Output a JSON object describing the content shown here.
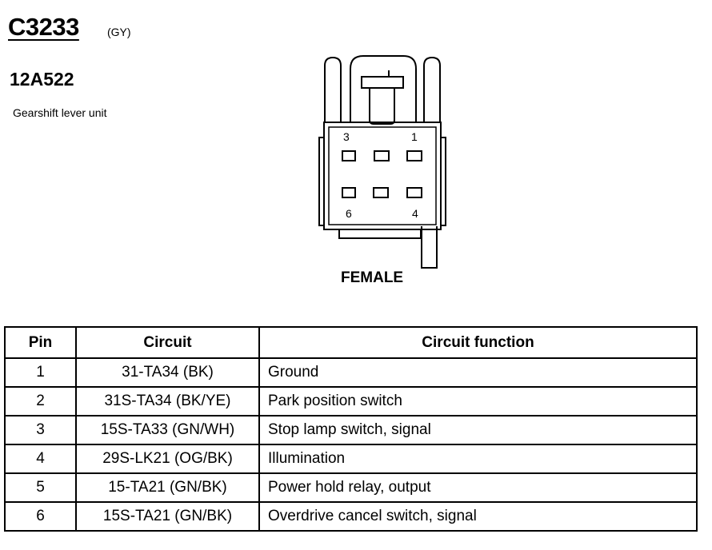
{
  "header": {
    "connector_id": "C3233",
    "connector_color": "(GY)",
    "part_number": "12A522",
    "component_name": "Gearshift lever unit"
  },
  "connector": {
    "pin_labels": [
      "3",
      "1",
      "6",
      "4"
    ],
    "gender": "FEMALE"
  },
  "table": {
    "headers": [
      "Pin",
      "Circuit",
      "Circuit function"
    ],
    "rows": [
      {
        "pin": "1",
        "circuit": "31-TA34 (BK)",
        "function": "Ground"
      },
      {
        "pin": "2",
        "circuit": "31S-TA34 (BK/YE)",
        "function": "Park position switch"
      },
      {
        "pin": "3",
        "circuit": "15S-TA33 (GN/WH)",
        "function": "Stop lamp switch, signal"
      },
      {
        "pin": "4",
        "circuit": "29S-LK21 (OG/BK)",
        "function": "Illumination"
      },
      {
        "pin": "5",
        "circuit": "15-TA21 (GN/BK)",
        "function": "Power hold relay, output"
      },
      {
        "pin": "6",
        "circuit": "15S-TA21 (GN/BK)",
        "function": "Overdrive cancel switch, signal"
      }
    ]
  }
}
